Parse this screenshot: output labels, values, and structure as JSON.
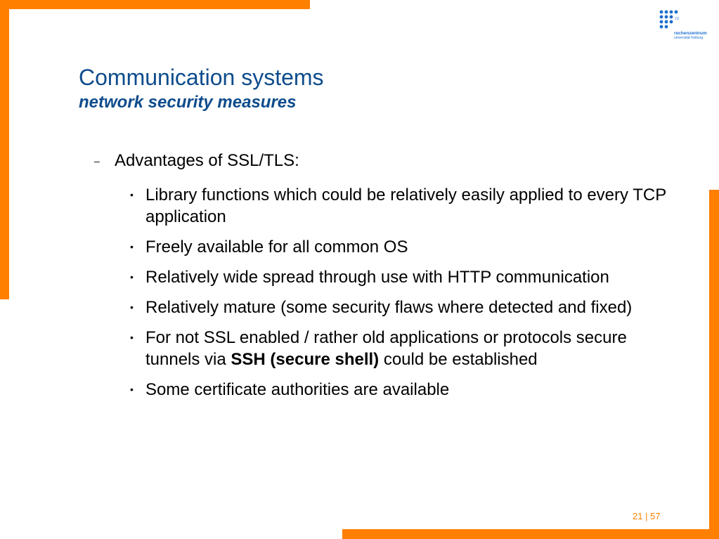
{
  "branding": {
    "logo_rz": "rz",
    "logo_name": "rechenzentrum",
    "logo_sub": "universität freiburg",
    "accent_color": "#ff7f00",
    "title_color": "#0e4c8c",
    "logo_color": "#1e6fcf"
  },
  "slide": {
    "title": "Communication systems",
    "subtitle": "network security measures",
    "level1_marker": "–",
    "level1_heading": "Advantages of SSL/TLS:",
    "bullet_marker": "•",
    "bullets": [
      {
        "text": "Library functions which could be relatively easily applied to every TCP application"
      },
      {
        "text": "Freely available for all common OS"
      },
      {
        "text": "Relatively wide spread through use with HTTP communication"
      },
      {
        "text": "Relatively mature (some security flaws where detected and fixed)"
      },
      {
        "text_before": "For not SSL enabled / rather old applications or protocols secure tunnels via ",
        "text_bold": "SSH (secure shell)",
        "text_after": " could be established"
      },
      {
        "text": "Some certificate authorities are available"
      }
    ]
  },
  "footer": {
    "page_number": "21 | 57"
  }
}
